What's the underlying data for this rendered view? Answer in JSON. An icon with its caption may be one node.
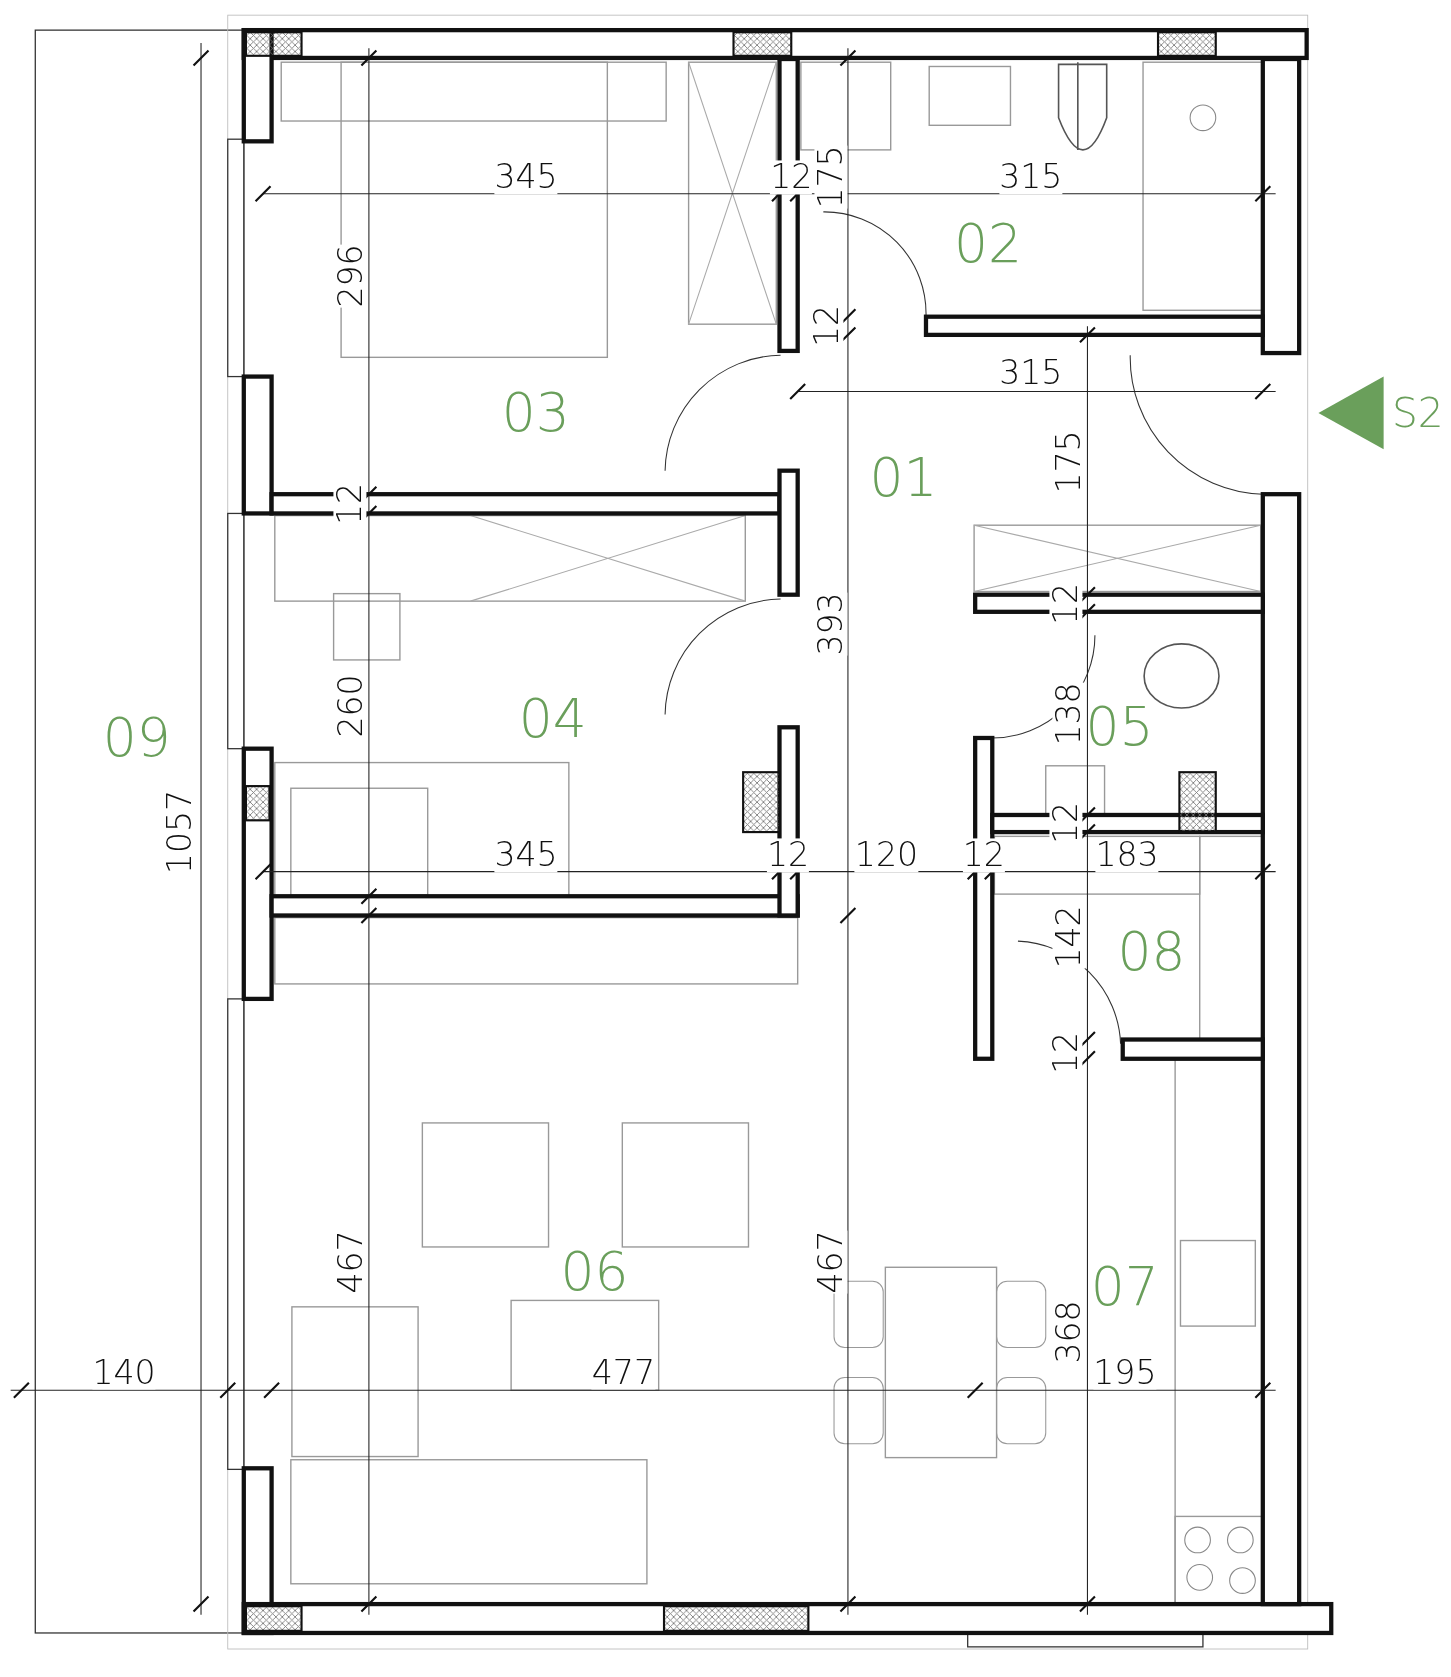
{
  "diagram": {
    "labels": [
      "345",
      "12",
      "175",
      "315",
      "02",
      "296",
      "12",
      "03",
      "315",
      "S2",
      "01",
      "175",
      "12",
      "12",
      "393",
      "09",
      "260",
      "04",
      "138",
      "05",
      "12",
      "1057",
      "345",
      "12",
      "120",
      "12",
      "183",
      "142",
      "08",
      "12",
      "467",
      "06",
      "467",
      "07",
      "368",
      "140",
      "477",
      "195"
    ]
  }
}
